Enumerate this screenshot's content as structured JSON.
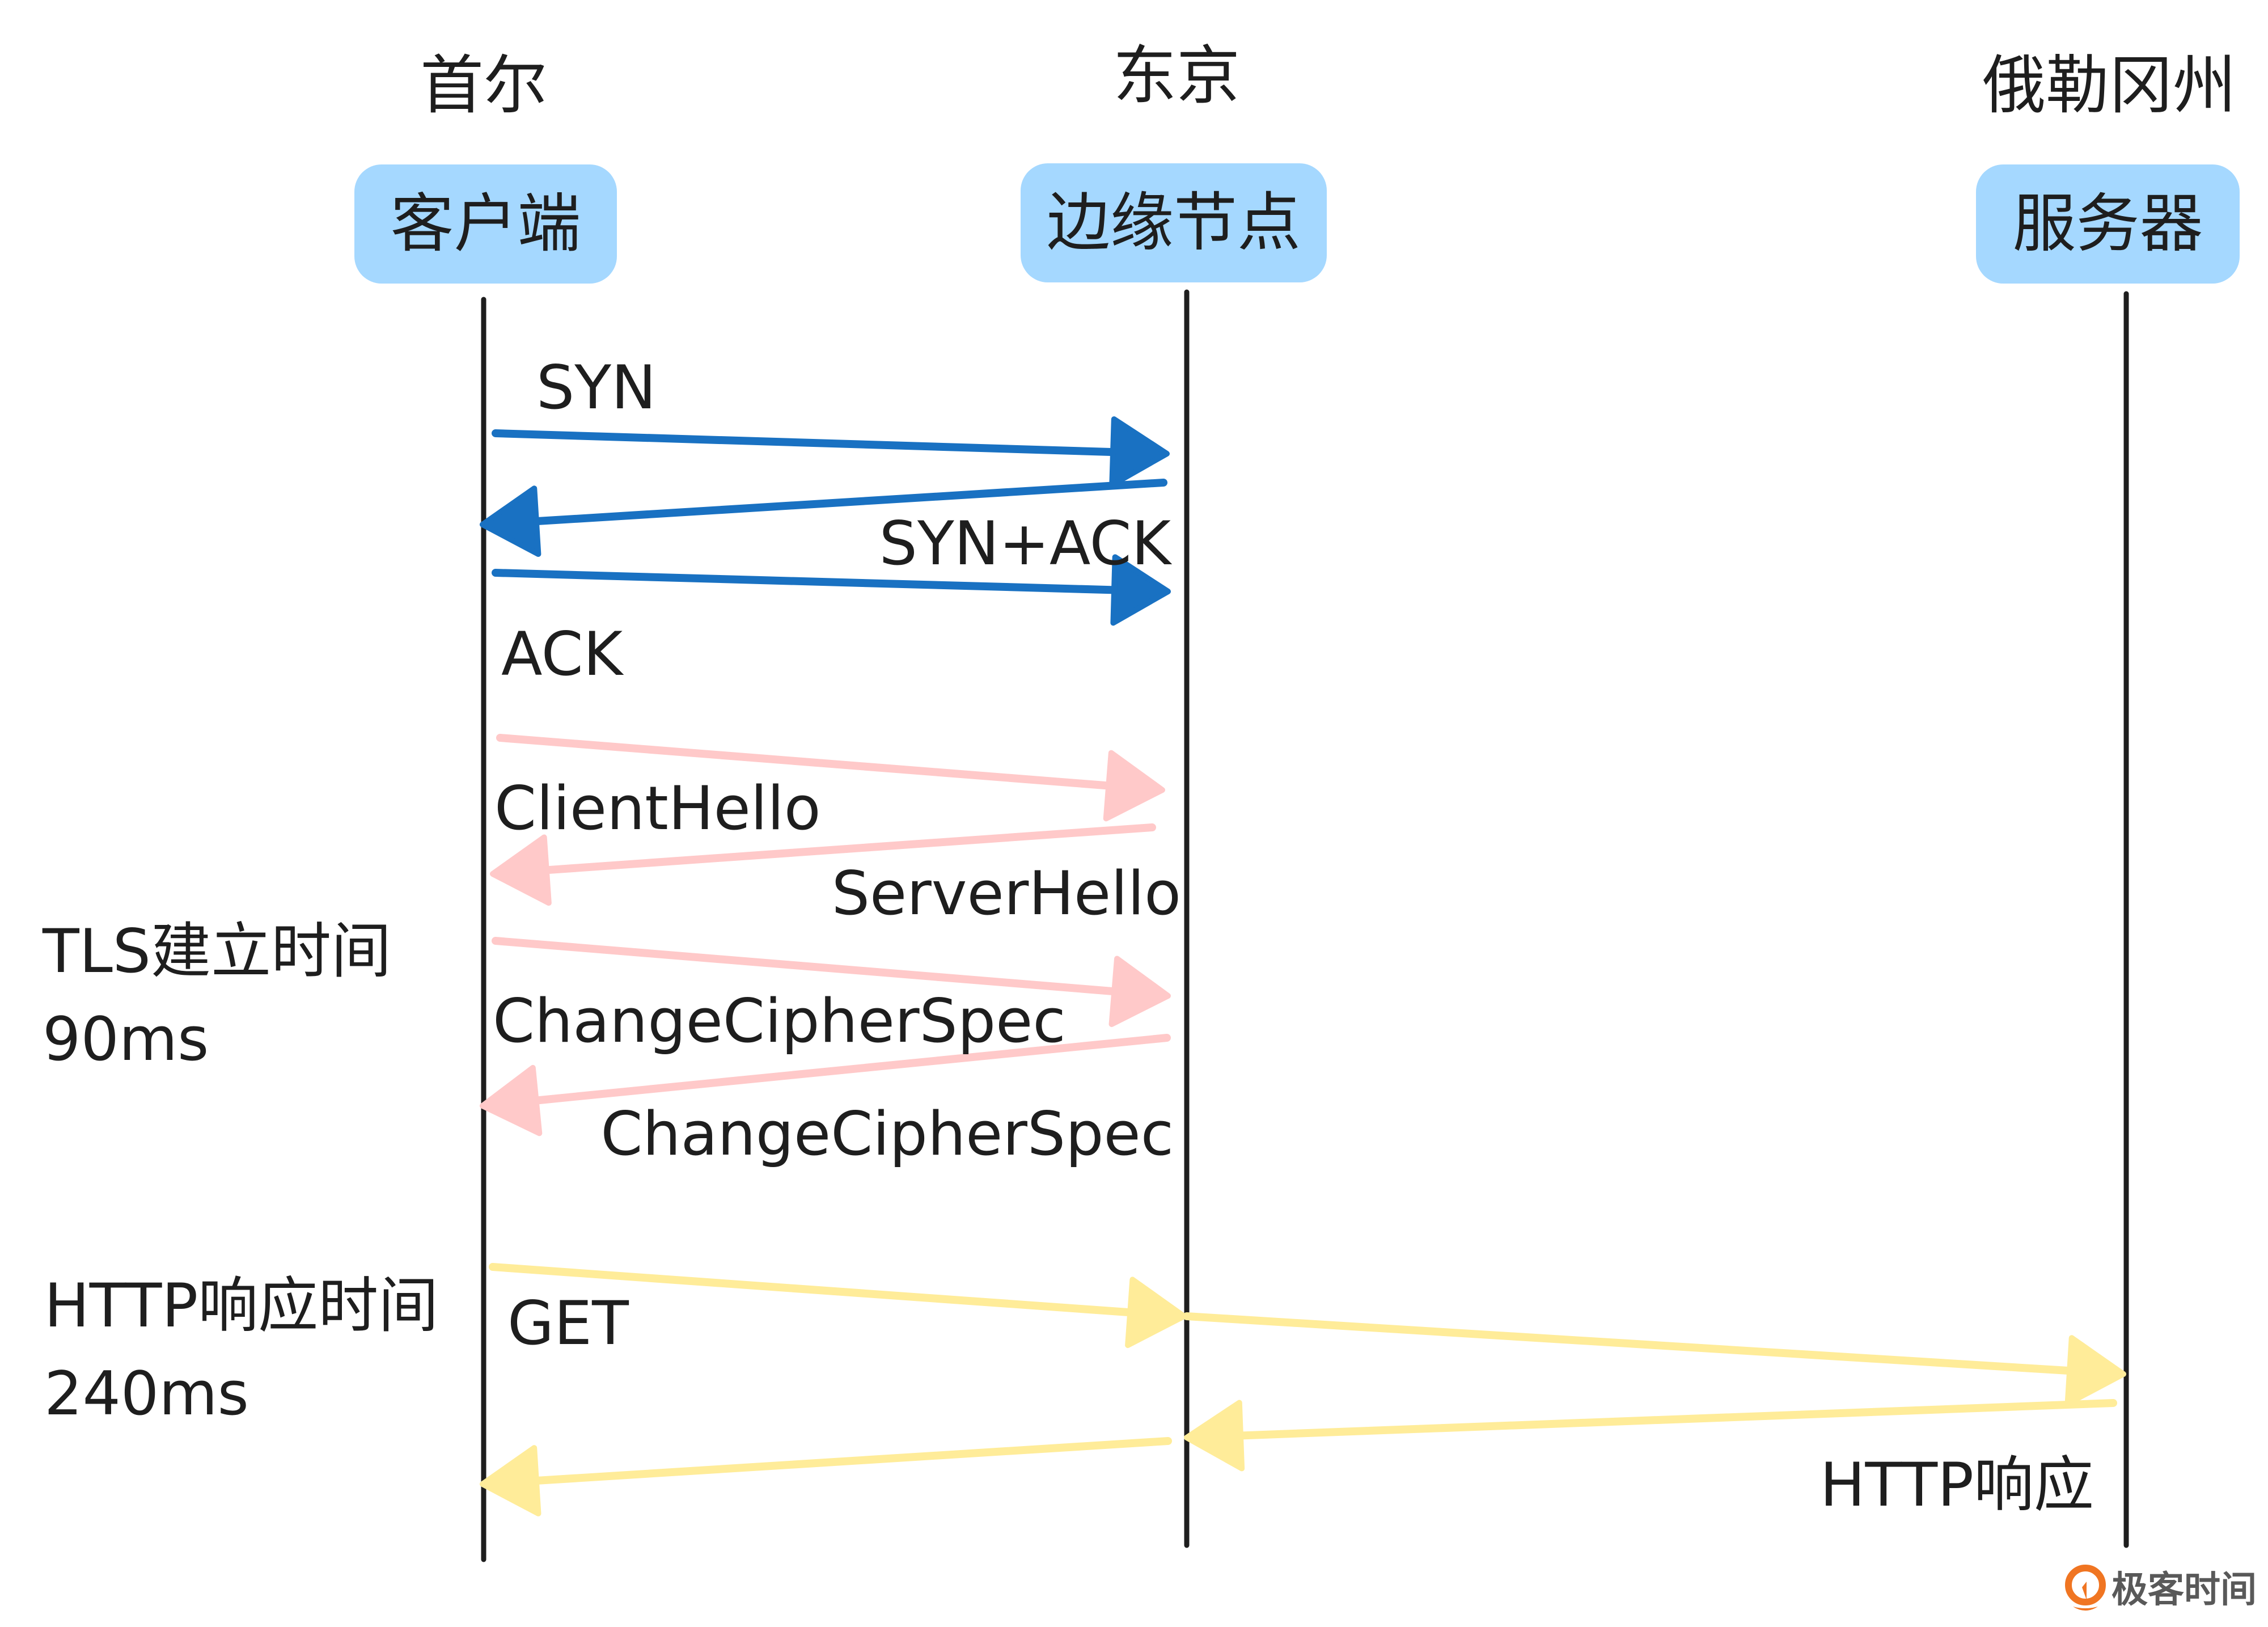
{
  "colors": {
    "node_fill": "#a5d8ff",
    "lifeline": "#1e1e1e",
    "tcp": "#1971c2",
    "tls": "#ffc9c9",
    "http": "#ffec99",
    "logo_orange": "#f07522",
    "logo_text": "#595959"
  },
  "participants": [
    {
      "id": "client",
      "location": "首尔",
      "label": "客户端"
    },
    {
      "id": "edge",
      "location": "东京",
      "label": "边缘节点"
    },
    {
      "id": "server",
      "location": "俄勒冈州",
      "label": "服务器"
    }
  ],
  "phases": {
    "tls": {
      "title": "TLS建立时间",
      "duration": "90ms"
    },
    "http": {
      "title": "HTTP响应时间",
      "duration": "240ms"
    }
  },
  "messages": [
    {
      "id": "syn",
      "from": "client",
      "to": "edge",
      "label": "SYN",
      "group": "tcp"
    },
    {
      "id": "syn-ack",
      "from": "edge",
      "to": "client",
      "label": "SYN+ACK",
      "group": "tcp"
    },
    {
      "id": "ack",
      "from": "client",
      "to": "edge",
      "label": "ACK",
      "group": "tcp"
    },
    {
      "id": "client-hello",
      "from": "client",
      "to": "edge",
      "label": "ClientHello",
      "group": "tls"
    },
    {
      "id": "server-hello",
      "from": "edge",
      "to": "client",
      "label": "ServerHello",
      "group": "tls"
    },
    {
      "id": "change-cipher-spec-1",
      "from": "client",
      "to": "edge",
      "label": "ChangeCipherSpec",
      "group": "tls"
    },
    {
      "id": "change-cipher-spec-2",
      "from": "edge",
      "to": "client",
      "label": "ChangeCipherSpec",
      "group": "tls"
    },
    {
      "id": "get",
      "from": "client",
      "to": "edge",
      "label": "GET",
      "group": "http"
    },
    {
      "id": "get-forward",
      "from": "edge",
      "to": "server",
      "label": "",
      "group": "http"
    },
    {
      "id": "http-response",
      "from": "server",
      "to": "edge",
      "label": "HTTP响应",
      "group": "http"
    },
    {
      "id": "http-response-forward",
      "from": "edge",
      "to": "client",
      "label": "",
      "group": "http"
    }
  ],
  "logo": {
    "text": "极客时间"
  }
}
